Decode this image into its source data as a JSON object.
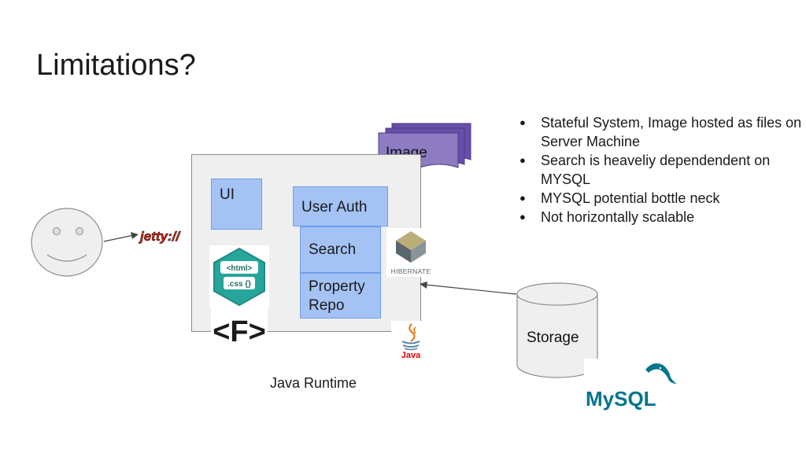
{
  "slide": {
    "title": "Limitations?"
  },
  "diagram": {
    "image_label": "Image",
    "ui_label": "UI",
    "user_auth_label": "User Auth",
    "search_label": "Search",
    "property_repo_label": "Property\nRepo",
    "storage_label": "Storage",
    "runtime_label": "Java Runtime",
    "logos": {
      "jetty": "jetty://",
      "hibernate": "HIBERNATE",
      "java": "Java",
      "mysql": "MySQL",
      "html_badge_line1": "<html>",
      "html_badge_line2": ".css {}",
      "freemarker": "<F>"
    }
  },
  "notes": [
    "Stateful System, Image hosted as files on Server Machine",
    "Search is heaveliy dependendent on MYSQL",
    "MYSQL potential bottle neck",
    "Not horizontally scalable"
  ],
  "colors": {
    "component_fill": "#a4c2f4",
    "image_fill": "#674ea7",
    "runtime_fill": "#efefef"
  }
}
